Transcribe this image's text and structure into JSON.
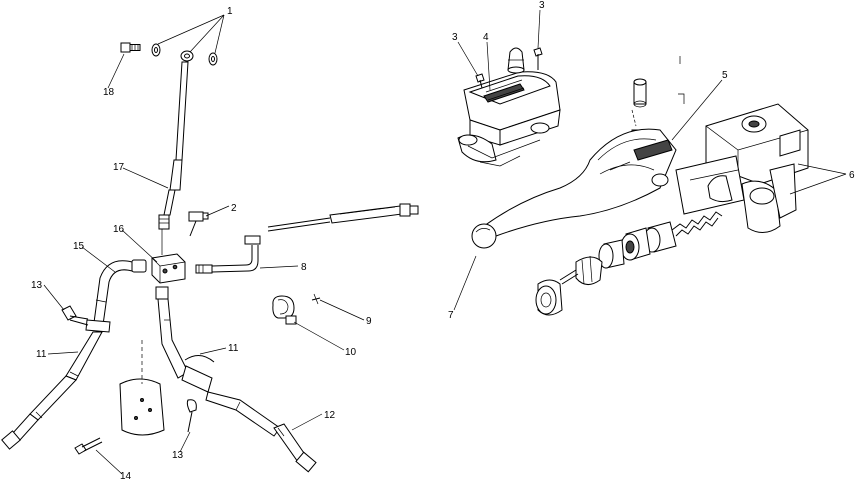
{
  "callouts": [
    {
      "id": "c1",
      "label": "1"
    },
    {
      "id": "c2",
      "label": "2"
    },
    {
      "id": "c3a",
      "label": "3"
    },
    {
      "id": "c3b",
      "label": "3"
    },
    {
      "id": "c4",
      "label": "4"
    },
    {
      "id": "c5",
      "label": "5"
    },
    {
      "id": "c6",
      "label": "6"
    },
    {
      "id": "c7",
      "label": "7"
    },
    {
      "id": "c8",
      "label": "8"
    },
    {
      "id": "c9",
      "label": "9"
    },
    {
      "id": "c10",
      "label": "10"
    },
    {
      "id": "c11a",
      "label": "11"
    },
    {
      "id": "c11b",
      "label": "11"
    },
    {
      "id": "c12",
      "label": "12"
    },
    {
      "id": "c13a",
      "label": "13"
    },
    {
      "id": "c13b",
      "label": "13"
    },
    {
      "id": "c14",
      "label": "14"
    },
    {
      "id": "c15",
      "label": "15"
    },
    {
      "id": "c16",
      "label": "16"
    },
    {
      "id": "c17",
      "label": "17"
    },
    {
      "id": "c18",
      "label": "18"
    }
  ]
}
